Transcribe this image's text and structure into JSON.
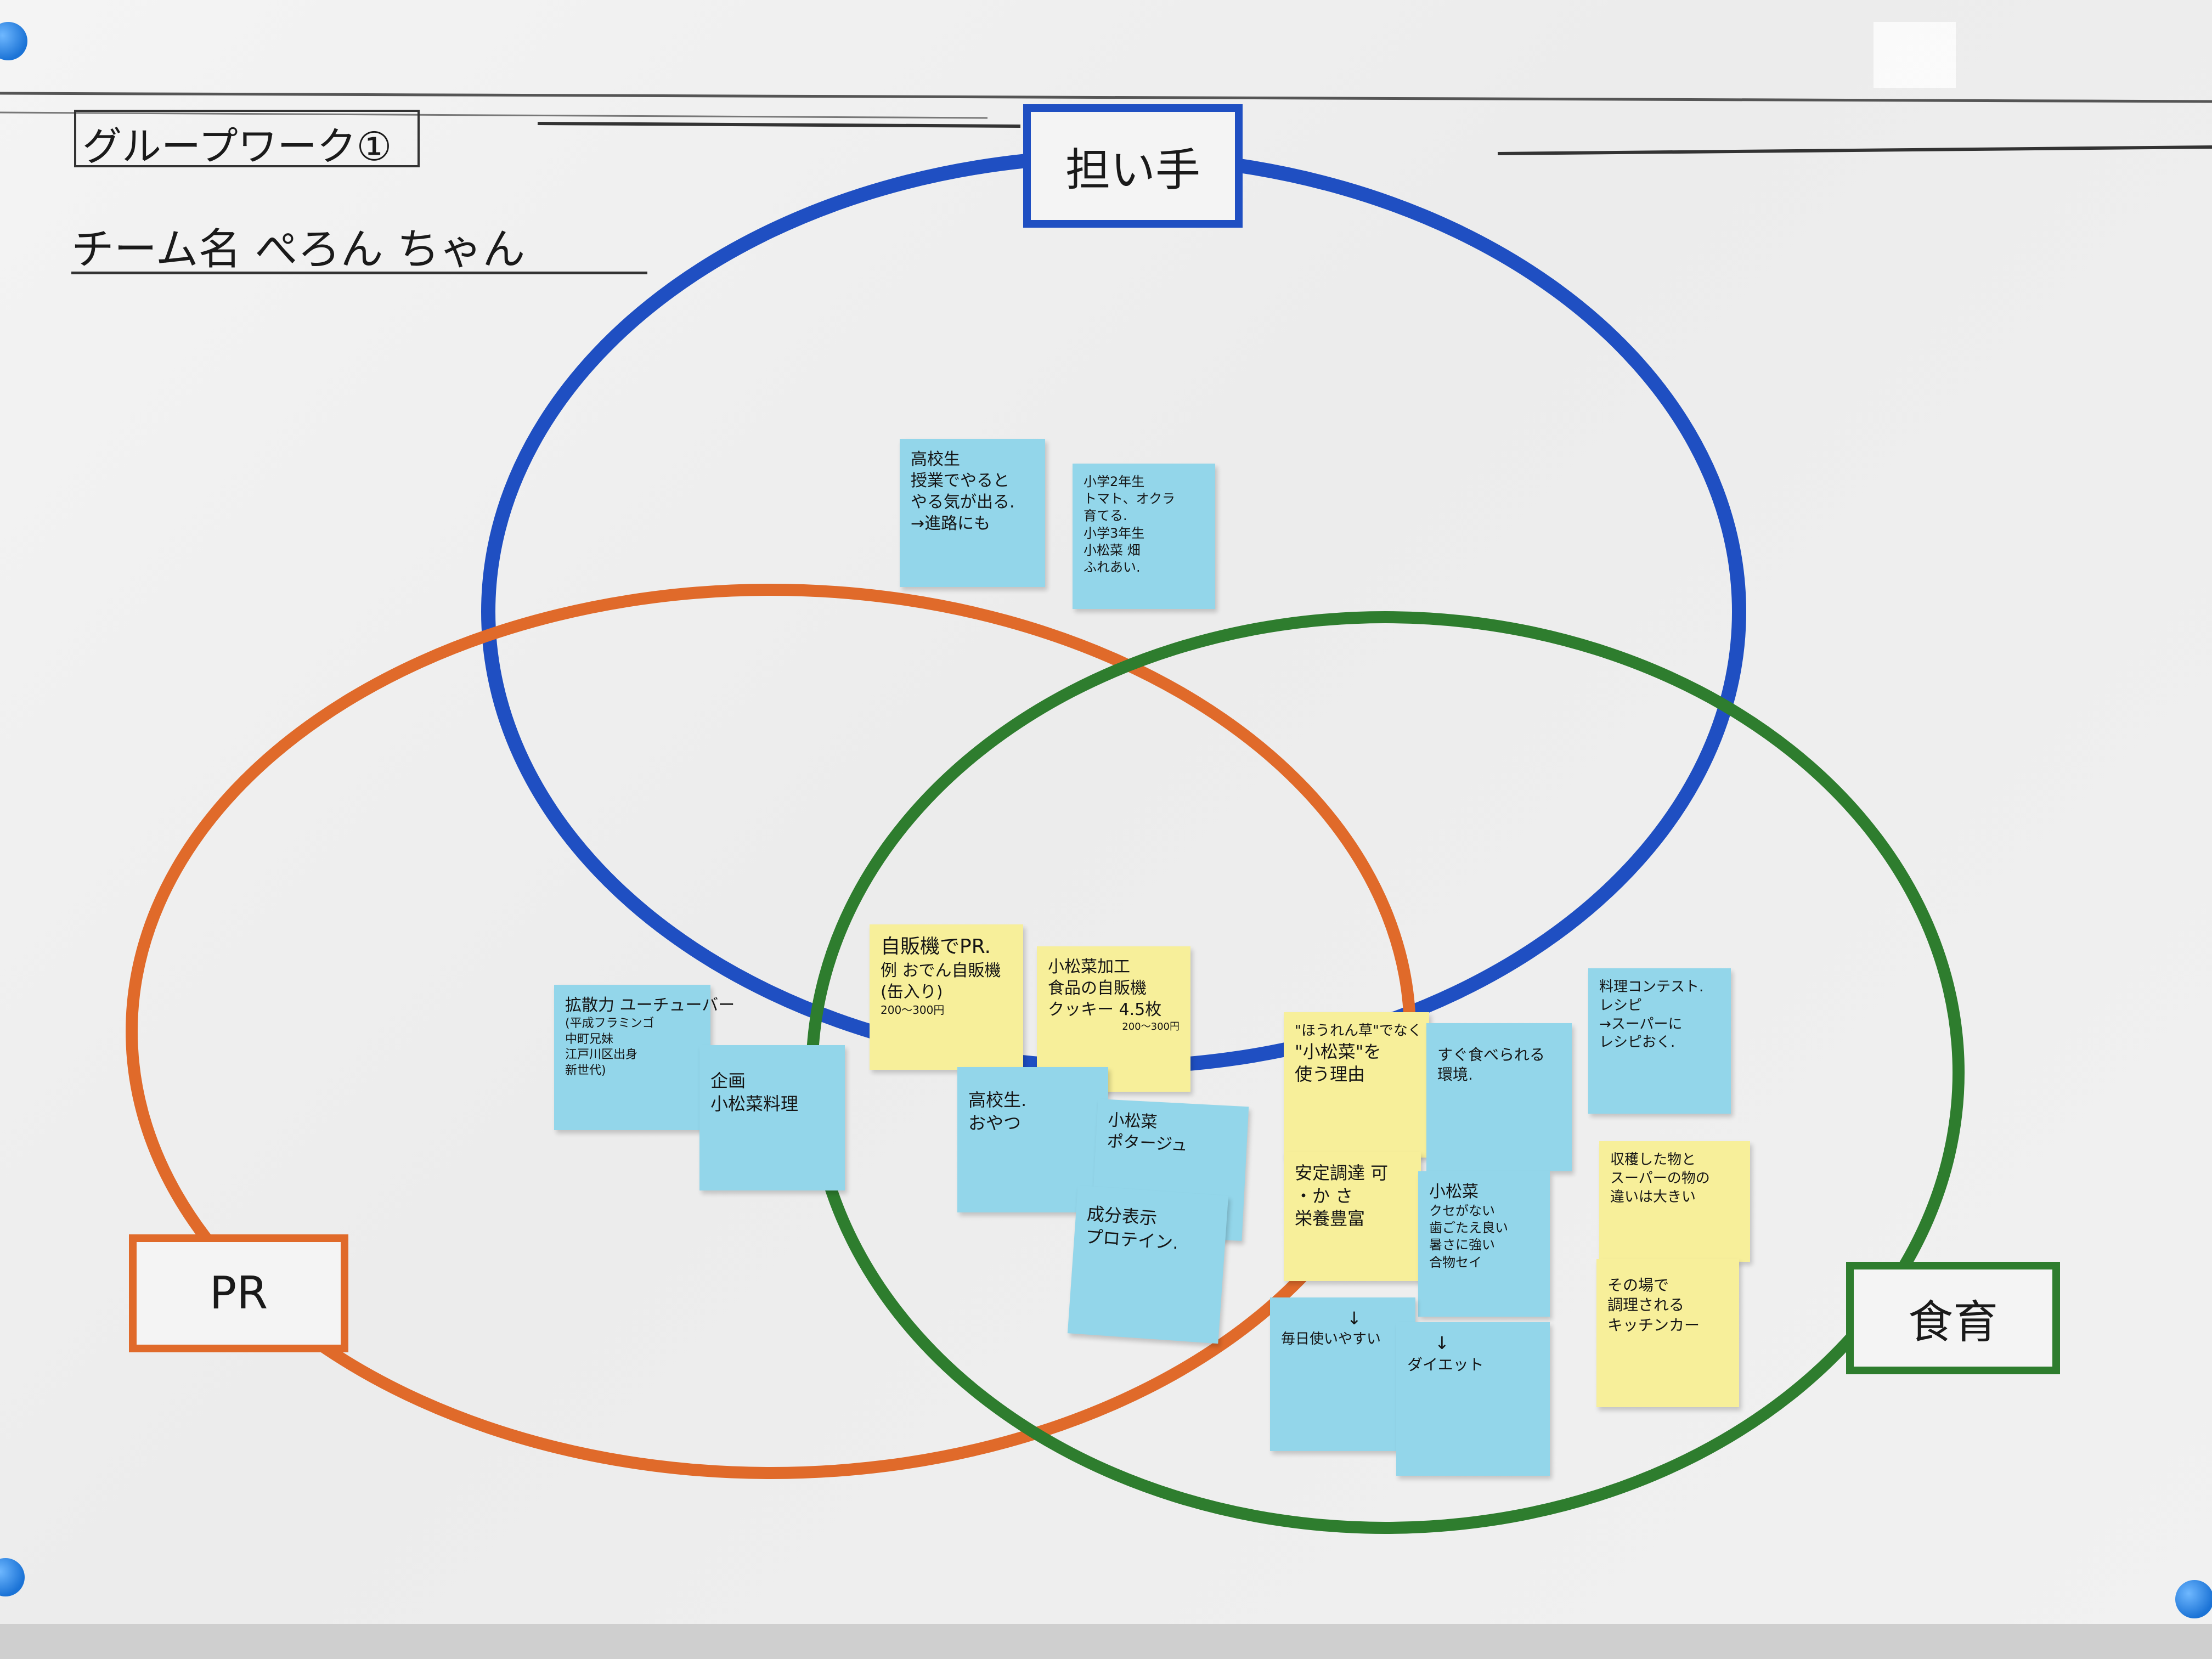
{
  "header": {
    "title": "グループワーク①",
    "team": "チーム名 ぺろん ちゃん"
  },
  "circles": {
    "top": {
      "label": "担い手",
      "color": "#1f4fc2"
    },
    "left": {
      "label": "PR",
      "color": "#e06a2a"
    },
    "right": {
      "label": "食育",
      "color": "#2e7d2e"
    }
  },
  "notes": {
    "n1": {
      "lines": [
        "高校生",
        "授業でやると",
        "やる気が出る.",
        "→進路にも"
      ]
    },
    "n2": {
      "lines": [
        "小学2年生",
        "トマト、オクラ",
        "育てる.",
        "小学3年生",
        "小松菜 畑",
        "ふれあい."
      ]
    },
    "n3": {
      "lines": [
        "拡散力 ユーチューバー",
        "(平成フラミンゴ",
        "中町兄妹",
        "江戸川区出身",
        "新世代)"
      ]
    },
    "n4": {
      "lines": [
        "企画",
        "小松菜料理"
      ]
    },
    "n5": {
      "lines": [
        "自販機でPR.",
        "例 おでん自販機",
        "(缶入り)",
        "200～300円"
      ]
    },
    "n6": {
      "lines": [
        "小松菜加工",
        "食品の自販機",
        "クッキー 4.5枚",
        "200～300円"
      ]
    },
    "n7": {
      "lines": [
        "高校生.",
        "おやつ"
      ]
    },
    "n8": {
      "lines": [
        "小松菜",
        "ポタージュ"
      ]
    },
    "n9": {
      "lines": [
        "成分表示",
        "プロテイン."
      ]
    },
    "n10": {
      "lines": [
        "\"ほうれん草\"でなく",
        "\"小松菜\"を",
        "使う理由"
      ]
    },
    "n11": {
      "lines": [
        "安定調達 可",
        "・か さ",
        "栄養豊富"
      ]
    },
    "n12": {
      "lines": [
        "すぐ食べられる",
        "環境."
      ]
    },
    "n13": {
      "lines": [
        "小松菜",
        "クセがない",
        "歯ごたえ良い",
        "暑さに強い",
        "合物セイ"
      ]
    },
    "n14": {
      "lines": [
        "↓",
        "毎日使いやすい"
      ]
    },
    "n15": {
      "lines": [
        "↓",
        "ダイエット"
      ]
    },
    "n16": {
      "lines": [
        "料理コンテスト.",
        "レシピ",
        "→スーパーに",
        "レシピおく."
      ]
    },
    "n17": {
      "lines": [
        "収穫した物と",
        "スーパーの物の",
        "違いは大きい"
      ]
    },
    "n18": {
      "lines": [
        "その場で",
        "調理される",
        "キッチンカー"
      ]
    }
  }
}
